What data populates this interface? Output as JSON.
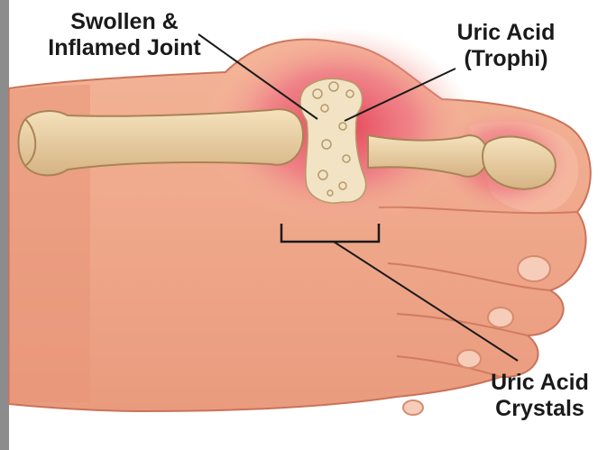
{
  "labels": {
    "swollen_joint": {
      "line1": "Swollen &",
      "line2": "Inflamed Joint"
    },
    "uric_acid_trophi": {
      "line1": "Uric Acid",
      "line2": "(Trophi)"
    },
    "uric_acid_crystals": {
      "line1": "Uric Acid",
      "line2": "Crystals"
    }
  },
  "colors": {
    "skin": "#efa487",
    "skin_light": "#f7c2a7",
    "skin_shadow": "#d87f64",
    "inflammation": "#e3384f",
    "bone": "#ecd3a6",
    "bone_shadow": "#c9a572",
    "crystal": "#f1e3c4",
    "leader_line": "#1a1a1a"
  }
}
